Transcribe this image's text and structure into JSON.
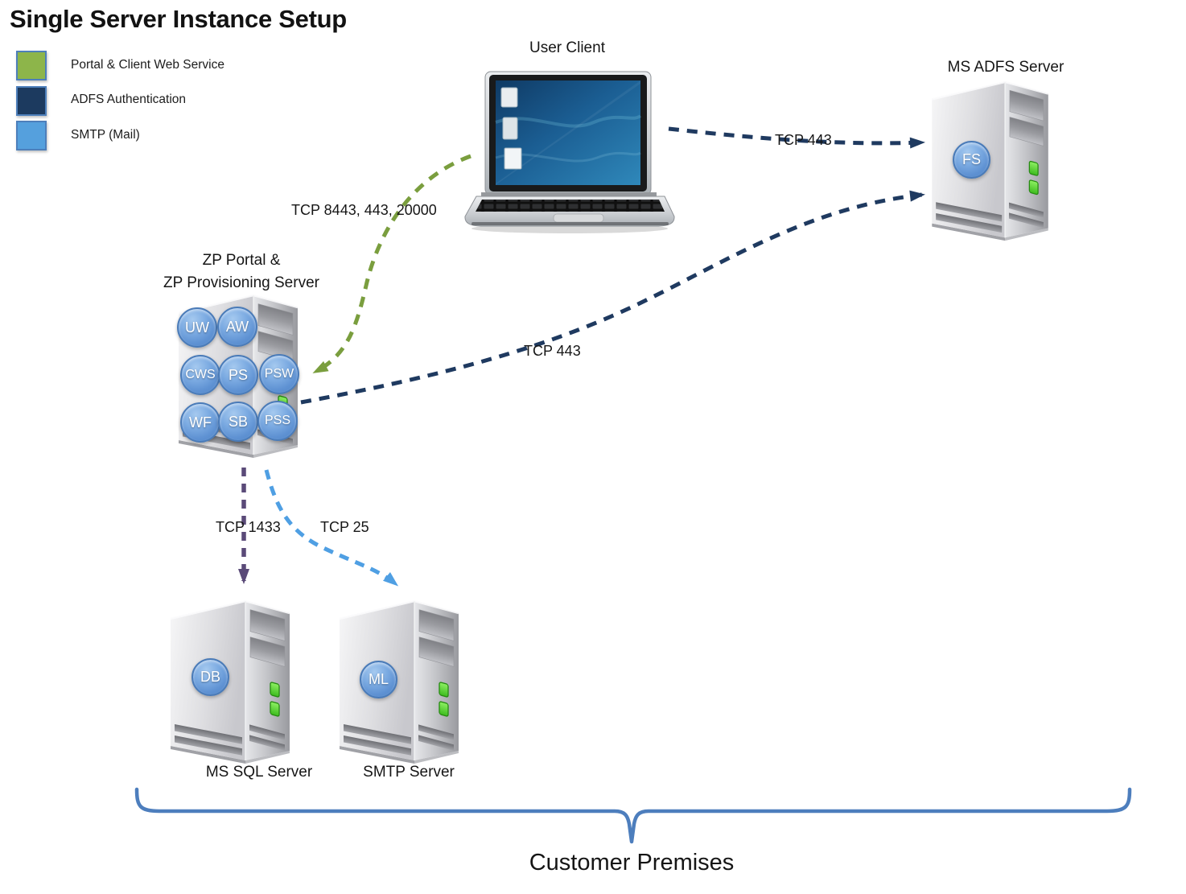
{
  "title": "Single Server Instance Setup",
  "legend": {
    "items": [
      {
        "label": "Portal & Client Web Service",
        "color": "#8db54a"
      },
      {
        "label": "ADFS Authentication",
        "color": "#1c3a5f"
      },
      {
        "label": "SMTP (Mail)",
        "color": "#55a0dd"
      }
    ]
  },
  "nodes": {
    "user_client": {
      "label": "User Client"
    },
    "adfs_server": {
      "label": "MS ADFS Server",
      "badge": "FS"
    },
    "zp_server": {
      "label_line1": "ZP Portal &",
      "label_line2": "ZP Provisioning Server",
      "badges": [
        "UW",
        "AW",
        "CWS",
        "PS",
        "PSW",
        "WF",
        "SB",
        "PSS"
      ]
    },
    "sql_server": {
      "label": "MS SQL Server",
      "badge": "DB"
    },
    "smtp_server": {
      "label": "SMTP Server",
      "badge": "ML"
    }
  },
  "connections": [
    {
      "id": "client-to-adfs",
      "label": "TCP 443",
      "color": "#1f3a60"
    },
    {
      "id": "client-to-zp",
      "label": "TCP 8443, 443, 20000",
      "color": "#7a9e3e"
    },
    {
      "id": "zp-to-adfs",
      "label": "TCP 443",
      "color": "#1f3a60"
    },
    {
      "id": "zp-to-sql",
      "label": "TCP 1433",
      "color": "#5a4a78"
    },
    {
      "id": "zp-to-smtp",
      "label": "TCP 25",
      "color": "#4f9fe3"
    }
  ],
  "footer": {
    "label": "Customer Premises",
    "brace_color": "#4d7ebd"
  }
}
